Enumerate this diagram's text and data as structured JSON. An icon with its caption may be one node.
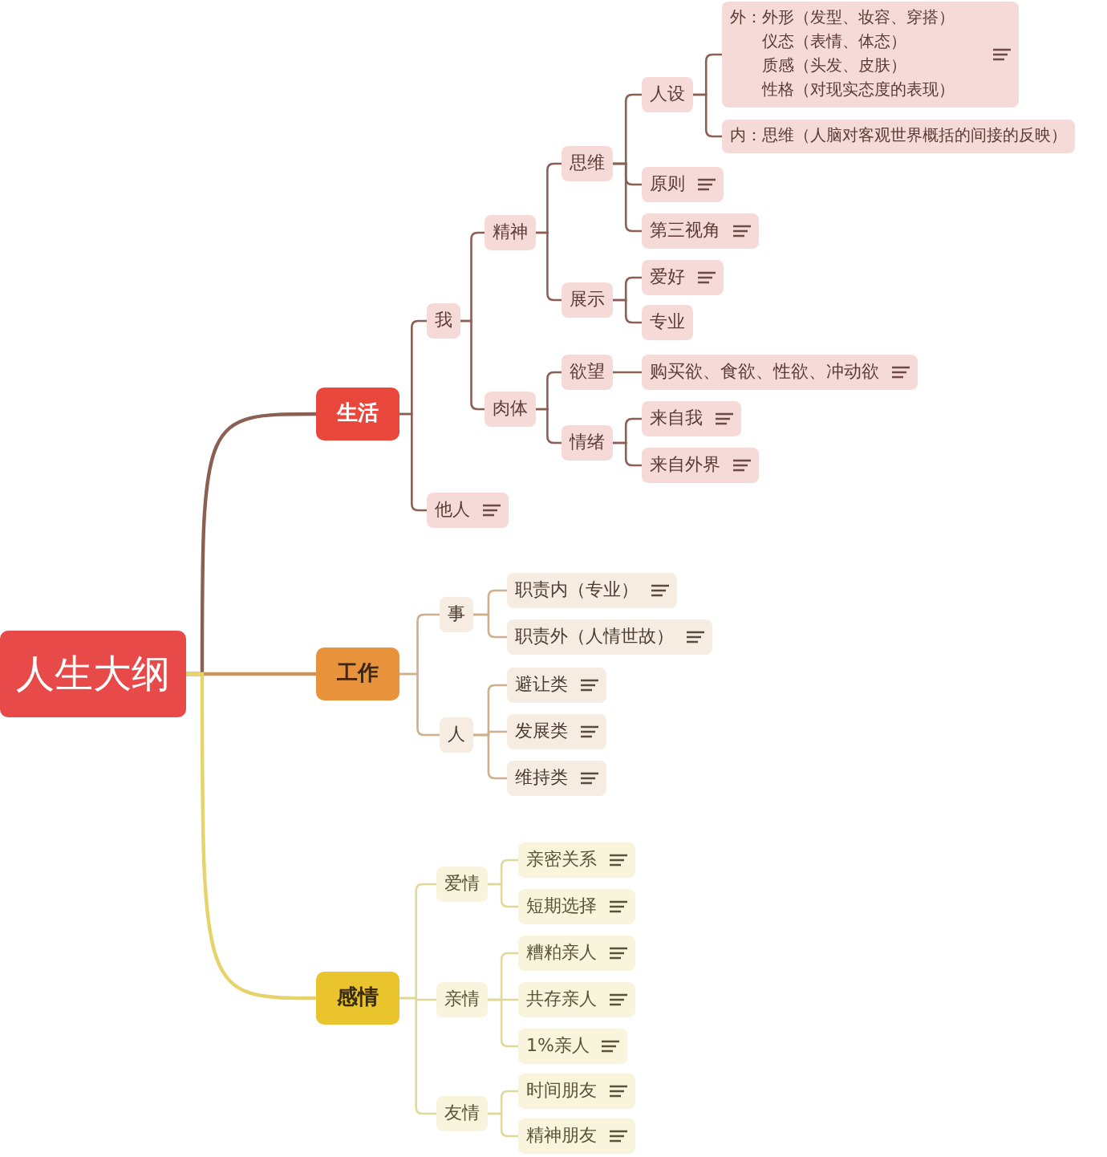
{
  "diagram": {
    "nodes": [
      {
        "text": [
          "人生大纲"
        ]
      },
      {
        "text": [
          "生活"
        ]
      },
      {
        "text": [
          "我"
        ]
      },
      {
        "text": [
          "精神"
        ]
      },
      {
        "text": [
          "思维"
        ]
      },
      {
        "text": [
          "人设"
        ]
      },
      {
        "text": [
          "外：",
          "外形（发型、妆容、穿搭）",
          "仪态（表情、体态）",
          "质感（头发、皮肤）",
          "性格（对现实态度的表现）"
        ]
      },
      {
        "text": [
          "内：思维（人脑对客观世界概括的间接的反映）"
        ]
      },
      {
        "text": [
          "原则"
        ]
      },
      {
        "text": [
          "第三视角"
        ]
      },
      {
        "text": [
          "展示"
        ]
      },
      {
        "text": [
          "爱好"
        ]
      },
      {
        "text": [
          "专业"
        ]
      },
      {
        "text": [
          "肉体"
        ]
      },
      {
        "text": [
          "欲望"
        ]
      },
      {
        "text": [
          "购买欲、食欲、性欲、冲动欲"
        ]
      },
      {
        "text": [
          "情绪"
        ]
      },
      {
        "text": [
          "来自我"
        ]
      },
      {
        "text": [
          "来自外界"
        ]
      },
      {
        "text": [
          "他人"
        ]
      },
      {
        "text": [
          "工作"
        ]
      },
      {
        "text": [
          "事"
        ]
      },
      {
        "text": [
          "职责内（专业）"
        ]
      },
      {
        "text": [
          "职责外（人情世故）"
        ]
      },
      {
        "text": [
          "人"
        ]
      },
      {
        "text": [
          "避让类"
        ]
      },
      {
        "text": [
          "发展类"
        ]
      },
      {
        "text": [
          "维持类"
        ]
      },
      {
        "text": [
          "感情"
        ]
      },
      {
        "text": [
          "爱情"
        ]
      },
      {
        "text": [
          "亲密关系"
        ]
      },
      {
        "text": [
          "短期选择"
        ]
      },
      {
        "text": [
          "亲情"
        ]
      },
      {
        "text": [
          "糟粕亲人"
        ]
      },
      {
        "text": [
          "共存亲人"
        ]
      },
      {
        "text": [
          "1%亲人"
        ]
      },
      {
        "text": [
          "友情"
        ]
      },
      {
        "text": [
          "时间朋友"
        ]
      },
      {
        "text": [
          "精神朋友"
        ]
      }
    ],
    "edges": [
      {
        "from": 0,
        "to": 1,
        "arrow": "none"
      },
      {
        "from": 1,
        "to": 2,
        "arrow": "none"
      },
      {
        "from": 2,
        "to": 3,
        "arrow": "none"
      },
      {
        "from": 3,
        "to": 4,
        "arrow": "none"
      },
      {
        "from": 4,
        "to": 5,
        "arrow": "none"
      },
      {
        "from": 5,
        "to": 6,
        "arrow": "none"
      },
      {
        "from": 5,
        "to": 7,
        "arrow": "none"
      },
      {
        "from": 4,
        "to": 8,
        "arrow": "none"
      },
      {
        "from": 4,
        "to": 9,
        "arrow": "none"
      },
      {
        "from": 3,
        "to": 10,
        "arrow": "none"
      },
      {
        "from": 10,
        "to": 11,
        "arrow": "none"
      },
      {
        "from": 10,
        "to": 12,
        "arrow": "none"
      },
      {
        "from": 2,
        "to": 13,
        "arrow": "none"
      },
      {
        "from": 13,
        "to": 14,
        "arrow": "none"
      },
      {
        "from": 14,
        "to": 15,
        "arrow": "none"
      },
      {
        "from": 13,
        "to": 16,
        "arrow": "none"
      },
      {
        "from": 16,
        "to": 17,
        "arrow": "none"
      },
      {
        "from": 16,
        "to": 18,
        "arrow": "none"
      },
      {
        "from": 1,
        "to": 19,
        "arrow": "none"
      },
      {
        "from": 0,
        "to": 20,
        "arrow": "none",
        "color": "#c9955a"
      },
      {
        "from": 20,
        "to": 21,
        "arrow": "none",
        "color": "#cfae8a"
      },
      {
        "from": 21,
        "to": 22,
        "arrow": "none",
        "color": "#cfae8a"
      },
      {
        "from": 21,
        "to": 23,
        "arrow": "none",
        "color": "#cfae8a"
      },
      {
        "from": 20,
        "to": 24,
        "arrow": "none",
        "color": "#cfae8a"
      },
      {
        "from": 24,
        "to": 25,
        "arrow": "none",
        "color": "#cfae8a"
      },
      {
        "from": 24,
        "to": 26,
        "arrow": "none",
        "color": "#cfae8a"
      },
      {
        "from": 24,
        "to": 27,
        "arrow": "none",
        "color": "#cfae8a"
      },
      {
        "from": 0,
        "to": 28,
        "arrow": "none",
        "color": "#e6d36a"
      },
      {
        "from": 28,
        "to": 29,
        "arrow": "none",
        "color": "#e0d99a"
      },
      {
        "from": 29,
        "to": 30,
        "arrow": "none",
        "color": "#e0d99a"
      },
      {
        "from": 29,
        "to": 31,
        "arrow": "none",
        "color": "#e0d99a"
      },
      {
        "from": 28,
        "to": 32,
        "arrow": "none",
        "color": "#e0d99a"
      },
      {
        "from": 32,
        "to": 33,
        "arrow": "none",
        "color": "#e0d99a"
      },
      {
        "from": 32,
        "to": 34,
        "arrow": "none",
        "color": "#e0d99a"
      },
      {
        "from": 32,
        "to": 35,
        "arrow": "none",
        "color": "#e0d99a"
      },
      {
        "from": 28,
        "to": 36,
        "arrow": "none",
        "color": "#e0d99a"
      },
      {
        "from": 36,
        "to": 37,
        "arrow": "none",
        "color": "#e0d99a"
      },
      {
        "from": 36,
        "to": 38,
        "arrow": "none",
        "color": "#e0d99a"
      }
    ]
  }
}
